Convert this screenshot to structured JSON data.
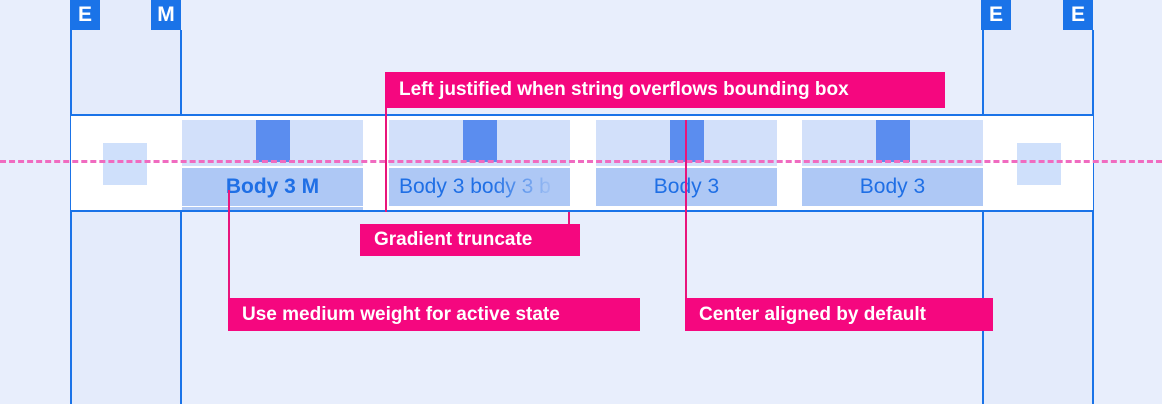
{
  "spec": {
    "title": "Tab bar typography specification",
    "background_color": "#e8eefc",
    "guide_color": "#1a73e8",
    "annotation_color": "#f5077f",
    "baseline_color": "#f06bc0",
    "label_text_color": "#1f6fe5",
    "icon_color": "#5b8def"
  },
  "edge_badges": [
    {
      "label": "E",
      "name": "edge-badge-left-outer"
    },
    {
      "label": "M",
      "name": "margin-badge-left-inner"
    },
    {
      "label": "E",
      "name": "edge-badge-right-inner"
    },
    {
      "label": "E",
      "name": "edge-badge-right-outer"
    }
  ],
  "tabbar": {
    "side_items": [
      {
        "name": "side-icon-left"
      },
      {
        "name": "side-icon-right"
      }
    ],
    "tabs": [
      {
        "label": "Body 3 M",
        "state": "active",
        "weight": "medium",
        "alignment": "center",
        "truncated": false
      },
      {
        "label": "Body 3 body 3 b",
        "state": "inactive",
        "weight": "regular",
        "alignment": "left",
        "truncated": true
      },
      {
        "label": "Body 3",
        "state": "inactive",
        "weight": "regular",
        "alignment": "center",
        "truncated": false
      },
      {
        "label": "Body 3",
        "state": "inactive",
        "weight": "regular",
        "alignment": "center",
        "truncated": false
      }
    ]
  },
  "annotations": [
    {
      "text": "Left justified when string overflows bounding box",
      "name": "annotation-left-justified"
    },
    {
      "text": "Gradient truncate",
      "name": "annotation-gradient-truncate"
    },
    {
      "text": "Use medium weight for active state",
      "name": "annotation-medium-weight"
    },
    {
      "text": "Center aligned by default",
      "name": "annotation-center-aligned"
    }
  ]
}
